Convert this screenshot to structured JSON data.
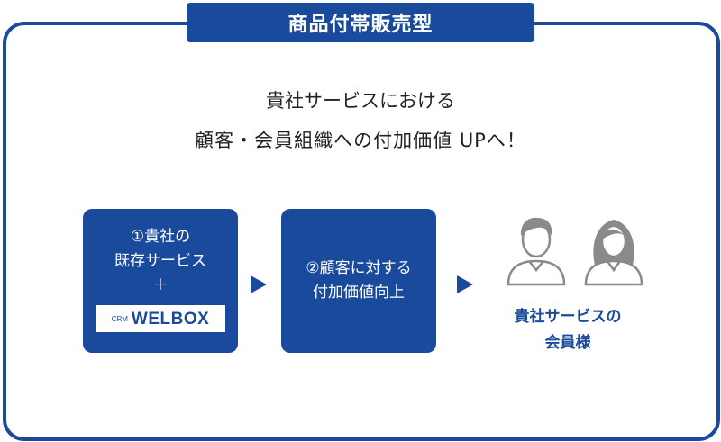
{
  "title": "商品付帯販売型",
  "heading": {
    "line1": "貴社サービスにおける",
    "line2": "顧客・会員組織への付加価値 UPへ！"
  },
  "step1": {
    "line1": "①貴社の",
    "line2": "既存サービス",
    "plus": "＋",
    "logo_prefix": "CRM",
    "logo_name": "WELBOX"
  },
  "step2": {
    "line1": "②顧客に対する",
    "line2": "付加価値向上"
  },
  "members": {
    "line1": "貴社サービスの",
    "line2": "会員様"
  },
  "colors": {
    "brand": "#1a4a9c",
    "person": "#8a8a8a"
  },
  "icons": [
    "arrow-right-icon",
    "male-person-icon",
    "female-person-icon"
  ]
}
